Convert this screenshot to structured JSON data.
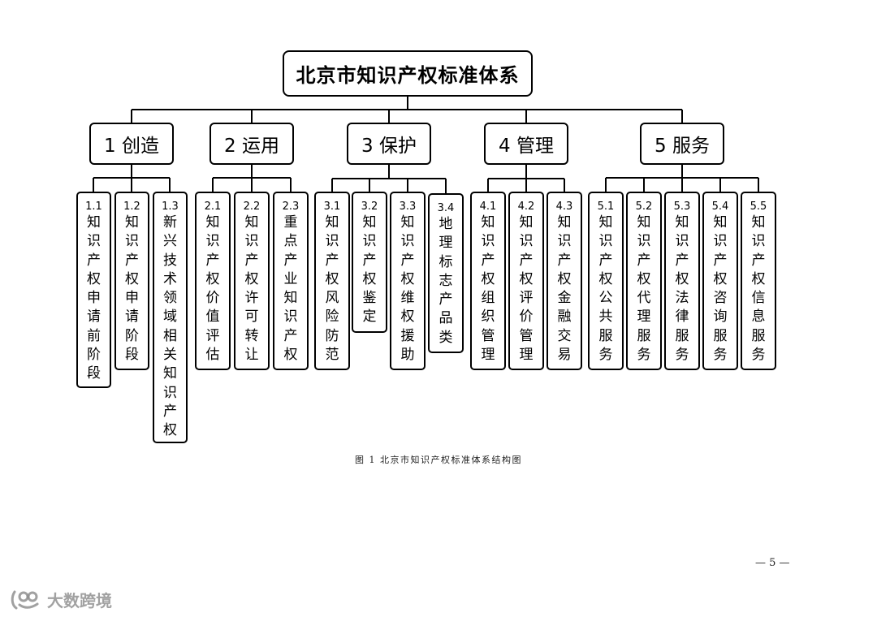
{
  "diagram": {
    "root": "北京市知识产权标准体系",
    "categories": [
      {
        "label": "1 创造",
        "children": [
          {
            "num": "1.1",
            "name": "知识产权申请前阶段"
          },
          {
            "num": "1.2",
            "name": "知识产权申请阶段"
          },
          {
            "num": "1.3",
            "name": "新兴技术领域相关知识产权"
          }
        ]
      },
      {
        "label": "2 运用",
        "children": [
          {
            "num": "2.1",
            "name": "知识产权价值评估"
          },
          {
            "num": "2.2",
            "name": "知识产权许可转让"
          },
          {
            "num": "2.3",
            "name": "重点产业知识产权"
          }
        ]
      },
      {
        "label": "3 保护",
        "children": [
          {
            "num": "3.1",
            "name": "知识产权风险防范"
          },
          {
            "num": "3.2",
            "name": "知识产权鉴定"
          },
          {
            "num": "3.3",
            "name": "知识产权维权援助"
          },
          {
            "num": "3.4",
            "name": "地理标志产品类"
          }
        ]
      },
      {
        "label": "4 管理",
        "children": [
          {
            "num": "4.1",
            "name": "知识产权组织管理"
          },
          {
            "num": "4.2",
            "name": "知识产权评价管理"
          },
          {
            "num": "4.3",
            "name": "知识产权金融交易"
          }
        ]
      },
      {
        "label": "5 服务",
        "children": [
          {
            "num": "5.1",
            "name": "知识产权公共服务"
          },
          {
            "num": "5.2",
            "name": "知识产权代理服务"
          },
          {
            "num": "5.3",
            "name": "知识产权法律服务"
          },
          {
            "num": "5.4",
            "name": "知识产权咨询服务"
          },
          {
            "num": "5.5",
            "name": "知识产权信息服务"
          }
        ]
      }
    ]
  },
  "caption": "图 1  北京市知识产权标准体系结构图",
  "page_number": "— 5 —",
  "watermark": {
    "text": "大数跨境",
    "icon": "watermark-logo-icon"
  }
}
